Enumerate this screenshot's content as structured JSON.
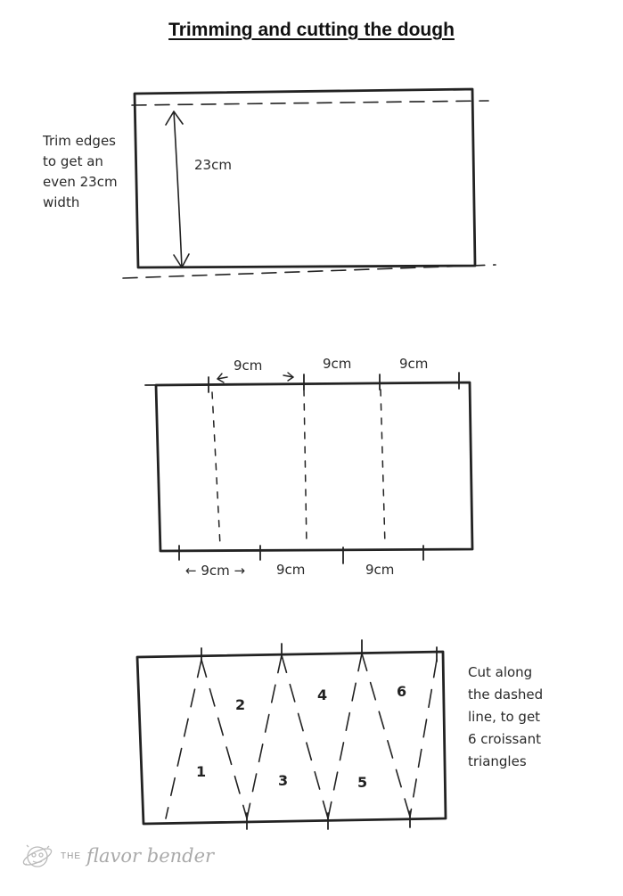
{
  "title": "Trimming and cutting the dough",
  "section1": {
    "note_lines": [
      "Trim edges",
      "to get an",
      "even 23cm",
      "width"
    ],
    "height_label": "23cm"
  },
  "section2": {
    "top_labels": [
      "9cm",
      "9cm",
      "9cm"
    ],
    "bottom_labels": [
      "9cm",
      "9cm",
      "9cm"
    ]
  },
  "section3": {
    "triangle_numbers": [
      "1",
      "2",
      "3",
      "4",
      "5",
      "6"
    ],
    "note_lines": [
      "Cut along",
      "the dashed",
      "line, to get",
      "6 croissant",
      "triangles"
    ]
  },
  "logo": {
    "prefix": "THE",
    "name": "flavor bender",
    "icon": "flavor-bender-logo-icon"
  },
  "colors": {
    "ink": "#222222",
    "logo": "#aaaaaa",
    "background": "#ffffff"
  }
}
